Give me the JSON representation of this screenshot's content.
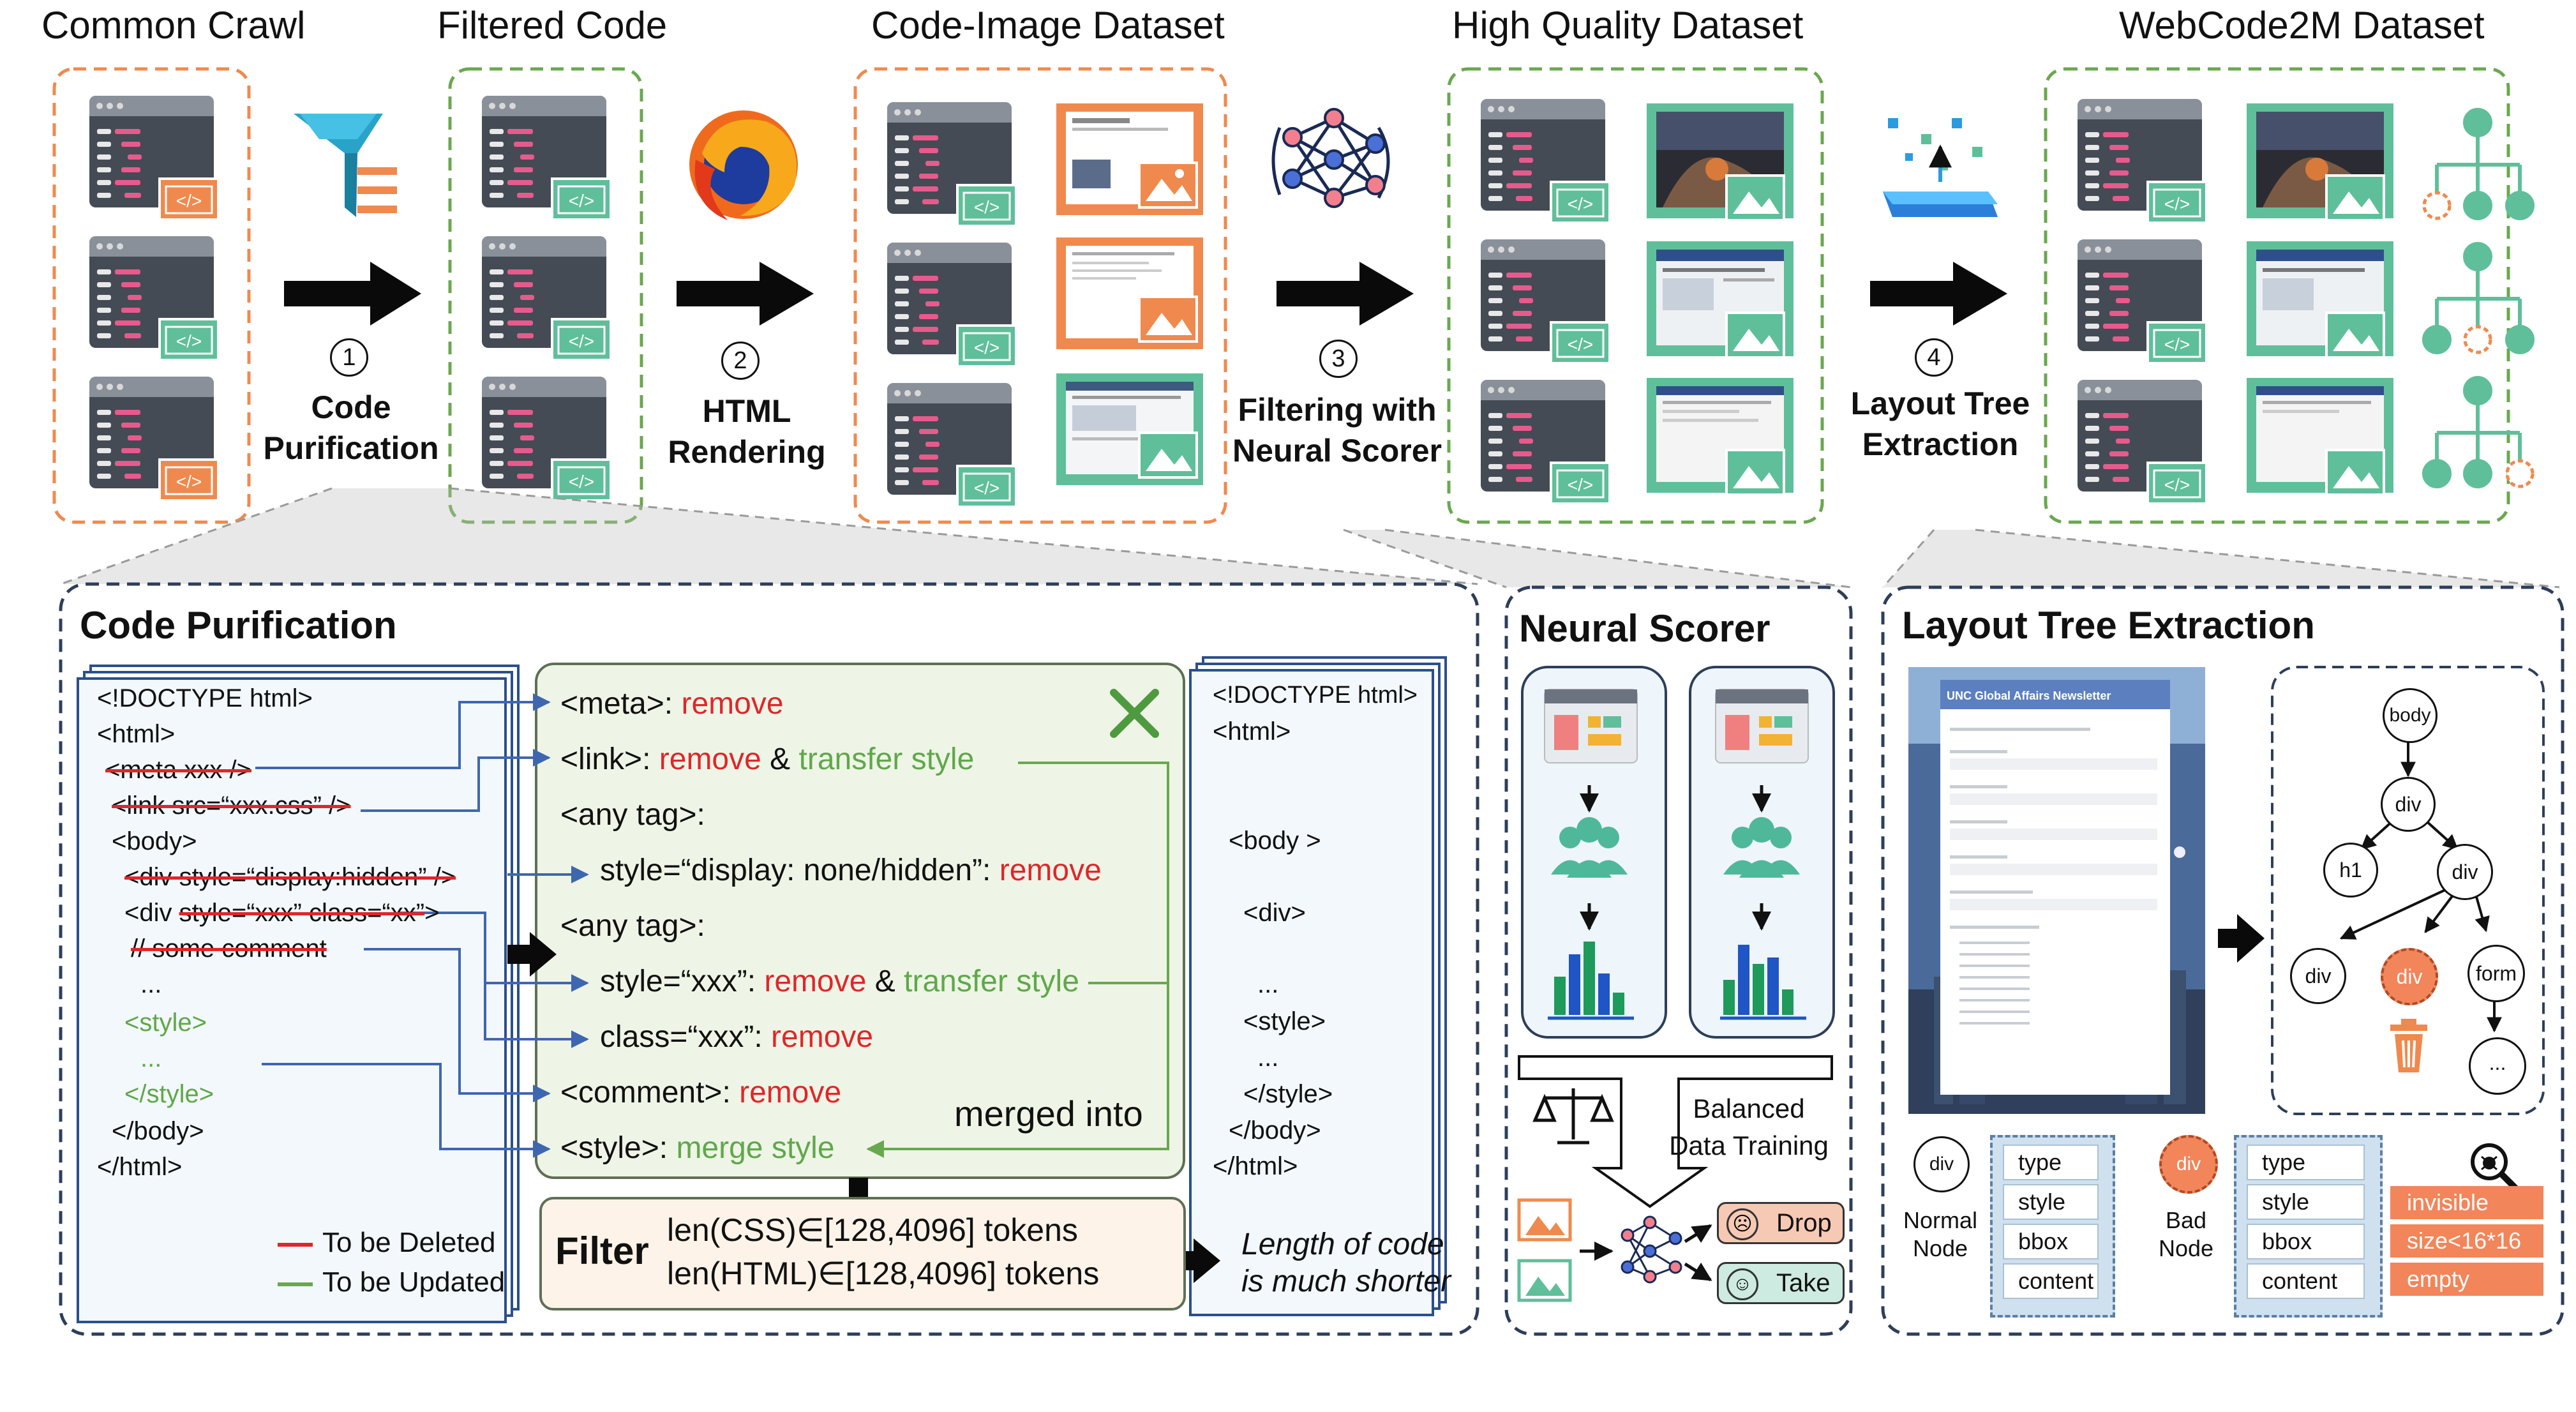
{
  "stages": [
    {
      "title": "Common Crawl"
    },
    {
      "title": "Filtered Code"
    },
    {
      "title": "Code-Image Dataset"
    },
    {
      "title": "High Quality Dataset"
    },
    {
      "title": "WebCode2M Dataset"
    }
  ],
  "steps": [
    {
      "num": "1",
      "label_line1": "Code",
      "label_line2": "Purification"
    },
    {
      "num": "2",
      "label_line1": "HTML",
      "label_line2": "Rendering"
    },
    {
      "num": "3",
      "label_line1": "Filtering with",
      "label_line2": "Neural Scorer"
    },
    {
      "num": "4",
      "label_line1": "Layout Tree",
      "label_line2": "Extraction"
    }
  ],
  "code_purification": {
    "title": "Code Purification",
    "source_lines": [
      "<!DOCTYPE html>",
      "<html>",
      "<meta xxx />",
      "<link src=“xxx.css” />",
      "<body>",
      "<div style=“display:hidden” />",
      "<div ",
      "style=“xxx” class=“xx”",
      ">",
      "// some comment",
      "...",
      "<style>",
      "...",
      "</style>",
      "</body>",
      "</html>"
    ],
    "rules": [
      {
        "tag": "<meta>: ",
        "action1": "remove",
        "joiner": "",
        "action2": ""
      },
      {
        "tag": "<link>: ",
        "action1": "remove",
        "joiner": " & ",
        "action2": "transfer style"
      },
      {
        "tag": "<any tag>:",
        "action1": "",
        "joiner": "",
        "action2": ""
      },
      {
        "tag": "style=“display: none/hidden”: ",
        "action1": "remove",
        "joiner": "",
        "action2": ""
      },
      {
        "tag": "<any tag>:",
        "action1": "",
        "joiner": "",
        "action2": ""
      },
      {
        "tag": "style=“xxx”: ",
        "action1": "remove",
        "joiner": " & ",
        "action2": "transfer style"
      },
      {
        "tag": "class=“xxx”: ",
        "action1": "remove",
        "joiner": "",
        "action2": ""
      },
      {
        "tag": "<comment>: ",
        "action1": "remove",
        "joiner": "",
        "action2": ""
      },
      {
        "tag": "<style>:  ",
        "action1": "",
        "joiner": "",
        "action2": "merge style"
      }
    ],
    "merged_into": "merged into",
    "output_lines": [
      "<!DOCTYPE html>",
      "<html>",
      "<body >",
      "<div>",
      "...",
      "<style>",
      "...",
      "</style>",
      "</body>",
      "</html>"
    ],
    "legend": {
      "deleted": "To be Deleted",
      "updated": "To be Updated"
    },
    "filter": {
      "word": "Filter",
      "rule1": "len(CSS)∈[128,4096] tokens",
      "rule2": "len(HTML)∈[128,4096] tokens"
    },
    "note_line1": "Length of code",
    "note_line2": "is much shorter"
  },
  "neural_scorer": {
    "title": "Neural Scorer",
    "balanced_line1": "Balanced",
    "balanced_line2": "Data Training",
    "drop": "Drop",
    "take": "Take"
  },
  "layout_tree": {
    "title": "Layout Tree Extraction",
    "newsletter_title": "UNC Global Affairs Newsletter",
    "nodes": {
      "body": "body",
      "div1": "div",
      "h1": "h1",
      "div2": "div",
      "div3": "div",
      "div_bad": "div",
      "form": "form",
      "more": "..."
    },
    "normal_node": {
      "label": "div",
      "caption_line1": "Normal",
      "caption_line2": "Node",
      "attrs": [
        "type",
        "style",
        "bbox",
        "content"
      ]
    },
    "bad_node": {
      "label": "div",
      "caption_line1": "Bad",
      "caption_line2": "Node",
      "attrs": [
        "type",
        "style",
        "bbox",
        "content"
      ],
      "reasons": [
        "invisible",
        "size<16*16",
        "empty"
      ]
    }
  },
  "colors": {
    "orange": "#f0894d",
    "green": "#6aa84f",
    "teal": "#5fbf9a",
    "dark_gray": "#444b55",
    "red": "#e0262a",
    "blue": "#3f67b0",
    "accent_blue": "#1a5fa8"
  }
}
